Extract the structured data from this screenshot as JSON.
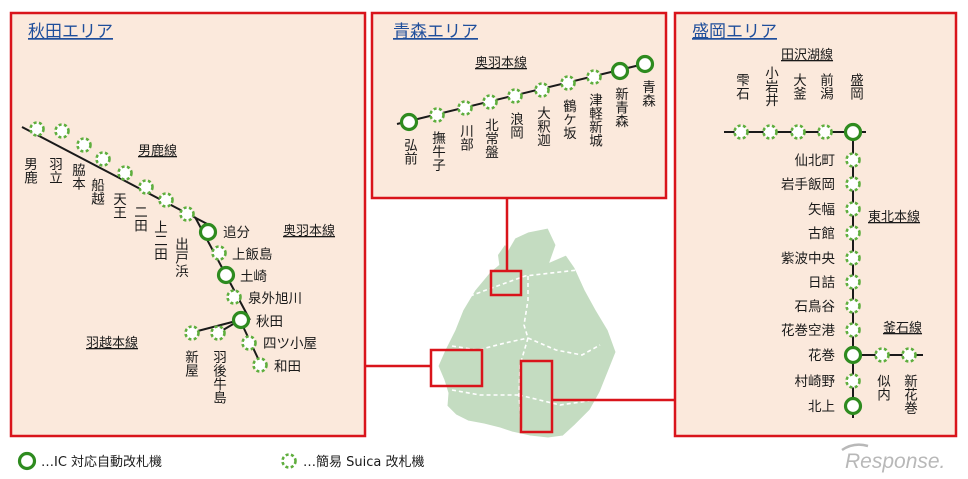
{
  "colors": {
    "panel_bg": "#fbe9dc",
    "panel_border": "#d9141b",
    "line": "#1a1a1a",
    "ic_gate": "#2e8b1f",
    "simple_gate": "#5fae3e",
    "title": "#1f4e9b",
    "land": "#c4dcc1",
    "land_border": "#ffffff"
  },
  "areas": {
    "akita": {
      "title": "秋田エリア",
      "lines": {
        "oga": "男鹿線",
        "ou": "奥羽本線",
        "uetsu": "羽越本線"
      },
      "stations": {
        "oga": "男鹿",
        "hadachi": "羽立",
        "wakimoto": "脇本",
        "funakoshi": "船越",
        "tenno": "天王",
        "futatsuda": "二田",
        "kamifutatsuda": "上二田",
        "dehama": "出戸浜",
        "oiwake": "追分",
        "kamiiijima": "上飯島",
        "tsuchizaki": "土崎",
        "izumisotoasahikawa": "泉外旭川",
        "akita": "秋田",
        "yotsugoya": "四ツ小屋",
        "wada": "和田",
        "araya": "新屋",
        "ugoushijima": "羽後牛島"
      }
    },
    "aomori": {
      "title": "青森エリア",
      "lines": {
        "ou": "奥羽本線"
      },
      "stations": {
        "hirosaki": "弘前",
        "bushikogoshi": "撫牛子",
        "kawabe": "川部",
        "kitatokiwa": "北常盤",
        "namioka": "浪岡",
        "daishakushi": "大釈迦",
        "tsurugasaka": "鶴ケ坂",
        "tsugarushinjo": "津軽新城",
        "shinaomori": "新青森",
        "aomori": "青森"
      }
    },
    "morioka": {
      "title": "盛岡エリア",
      "lines": {
        "tazawako": "田沢湖線",
        "tohoku": "東北本線",
        "kamaishi": "釜石線"
      },
      "stations": {
        "shizukuishi": "雫石",
        "koiwai": "小岩井",
        "okama": "大釜",
        "maegata": "前潟",
        "morioka": "盛岡",
        "senbokucho": "仙北町",
        "iwateiioka": "岩手飯岡",
        "yahaba": "矢幅",
        "furudate": "古館",
        "shiwachuo": "紫波中央",
        "hizume": "日詰",
        "ishidoriya": "石鳥谷",
        "hanamakikuko": "花巻空港",
        "hanamaki": "花巻",
        "murasakino": "村崎野",
        "kitakami": "北上",
        "nitanai": "似内",
        "shinhanamaki": "新花巻"
      }
    }
  },
  "legend": {
    "ic": "…IC 対応自動改札機",
    "simple": "…簡易 Suica 改札機"
  },
  "watermark": "Response."
}
